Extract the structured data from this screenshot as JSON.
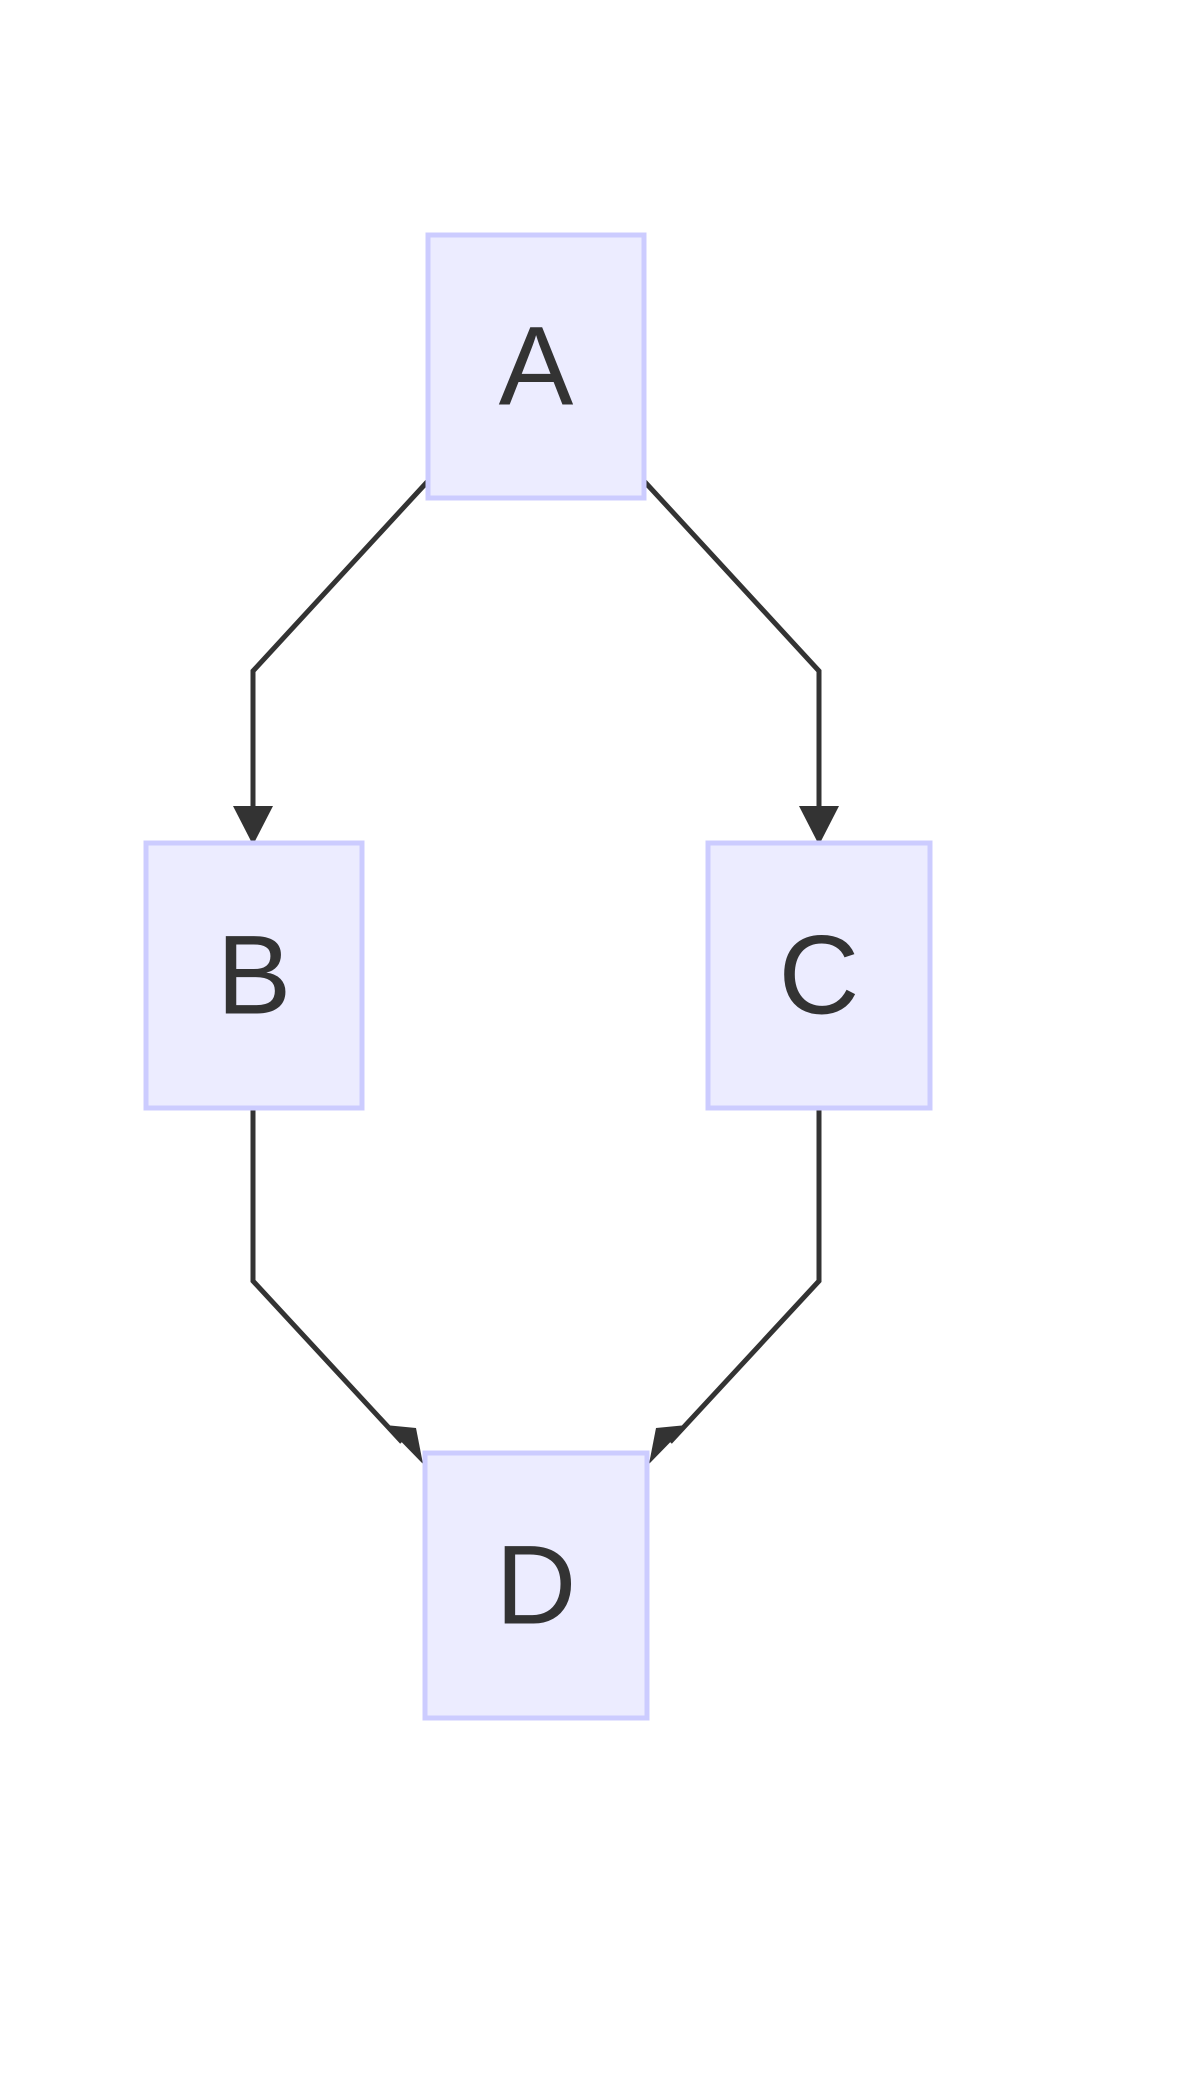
{
  "diagram": {
    "type": "flowchart",
    "direction": "top-down",
    "colors": {
      "node_fill": "#ececff",
      "node_border": "#ccccff",
      "edge": "#333333",
      "text": "#333333"
    },
    "nodes": [
      {
        "id": "A",
        "label": "A"
      },
      {
        "id": "B",
        "label": "B"
      },
      {
        "id": "C",
        "label": "C"
      },
      {
        "id": "D",
        "label": "D"
      }
    ],
    "edges": [
      {
        "from": "A",
        "to": "B"
      },
      {
        "from": "A",
        "to": "C"
      },
      {
        "from": "B",
        "to": "D"
      },
      {
        "from": "C",
        "to": "D"
      }
    ]
  }
}
